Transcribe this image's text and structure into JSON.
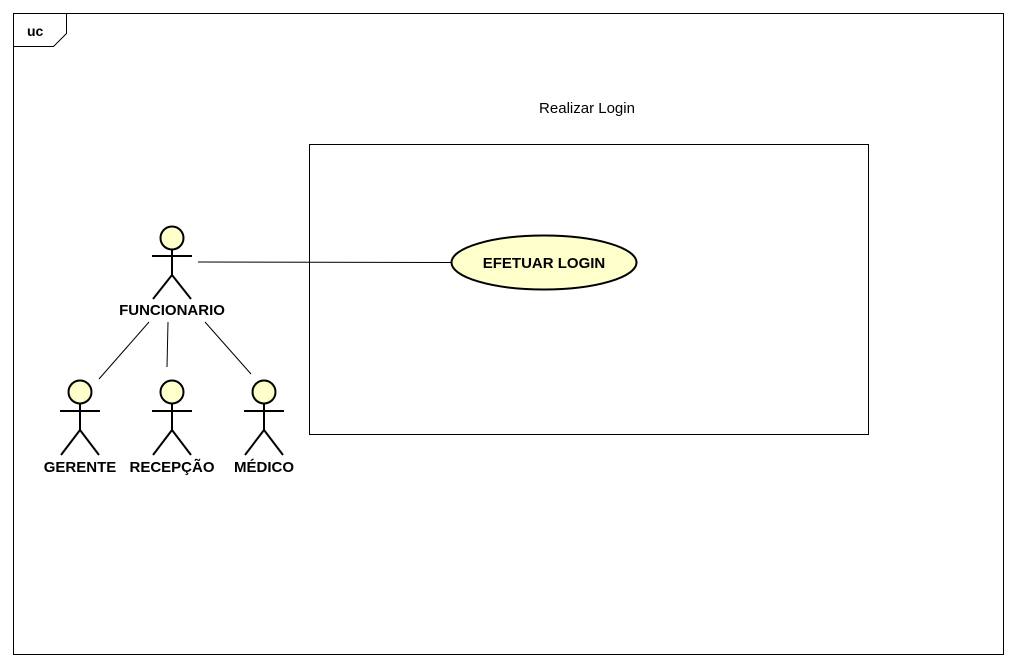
{
  "frame": {
    "tag": "uc"
  },
  "system": {
    "title": "Realizar Login"
  },
  "use_case": {
    "label": "EFETUAR LOGIN"
  },
  "actors": {
    "main": "FUNCIONARIO",
    "gerente": "GERENTE",
    "recepcao": "RECEPÇÃO",
    "medico": "MÉDICO"
  },
  "colors": {
    "fill": "#FFFFCC",
    "stroke": "#000000",
    "background": "#FFFFFF"
  }
}
